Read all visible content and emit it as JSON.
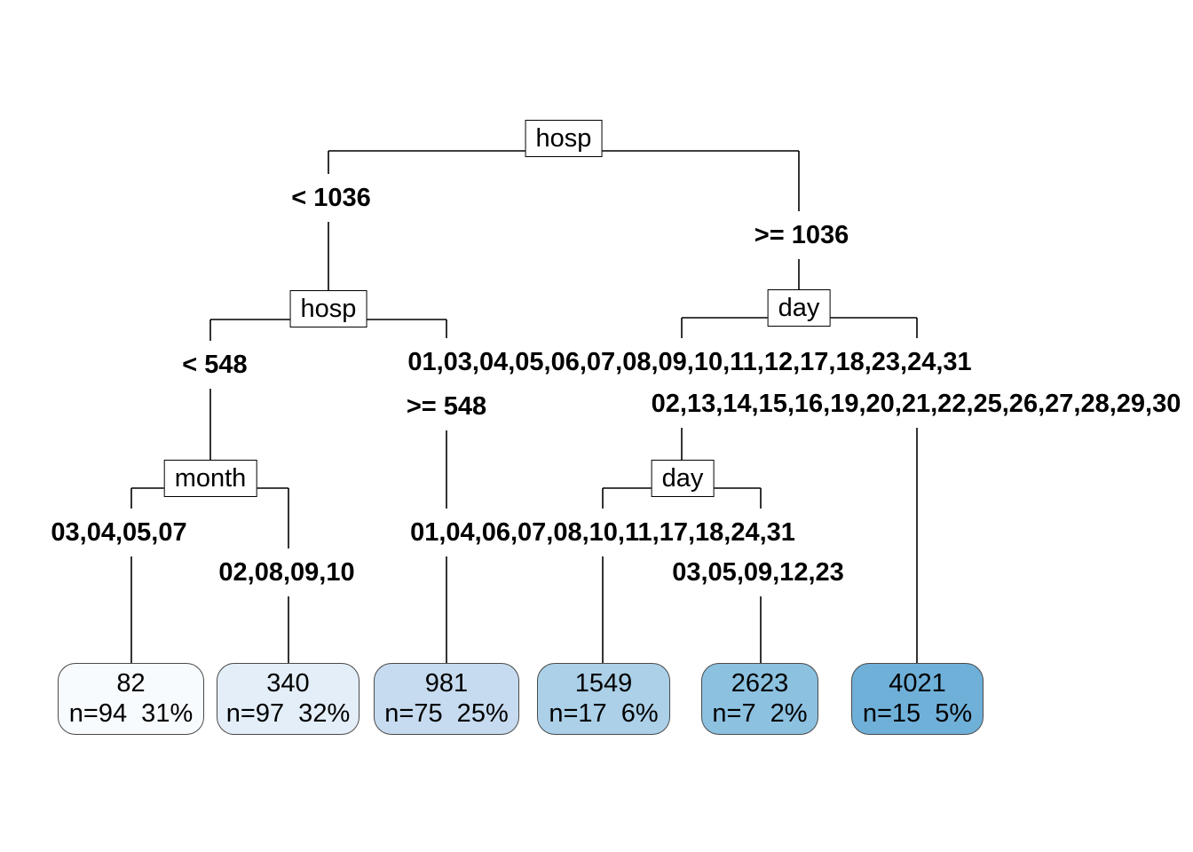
{
  "tree": {
    "model_type": "decision-tree",
    "palette_note": "leaf fill darkens with predicted value (Blues)",
    "nodes": {
      "root": {
        "label": "hosp"
      },
      "hosp_l2": {
        "label": "hosp"
      },
      "day_l2": {
        "label": "day"
      },
      "month_l3": {
        "label": "month"
      },
      "day_l3": {
        "label": "day"
      }
    },
    "branches": {
      "root_left": "< 1036",
      "root_right": ">= 1036",
      "hosp_l2_left": "< 548",
      "hosp_l2_right": ">= 548",
      "day_l2_left": "01,03,04,05,06,07,08,09,10,11,12,17,18,23,24,31",
      "day_l2_right": "02,13,14,15,16,19,20,21,22,25,26,27,28,29,30",
      "month_l3_left": "03,04,05,07",
      "month_l3_right": "02,08,09,10",
      "day_l3_left": "01,04,06,07,08,10,11,17,18,24,31",
      "day_l3_right": "03,05,09,12,23"
    },
    "leaves": [
      {
        "value": "82",
        "n": "n=94  31%",
        "fill": "#F7FBFE"
      },
      {
        "value": "340",
        "n": "n=97  32%",
        "fill": "#E3EEF9"
      },
      {
        "value": "981",
        "n": "n=75  25%",
        "fill": "#C6DBEF"
      },
      {
        "value": "1549",
        "n": "n=17  6%",
        "fill": "#ABD0E8"
      },
      {
        "value": "2623",
        "n": "n=7  2%",
        "fill": "#8CC1E0"
      },
      {
        "value": "4021",
        "n": "n=15  5%",
        "fill": "#6FB0D9"
      }
    ],
    "colors": {
      "line": "#000000",
      "node_border": "#000000",
      "leaf_border": "#4a4a4a",
      "background": "#ffffff"
    }
  }
}
